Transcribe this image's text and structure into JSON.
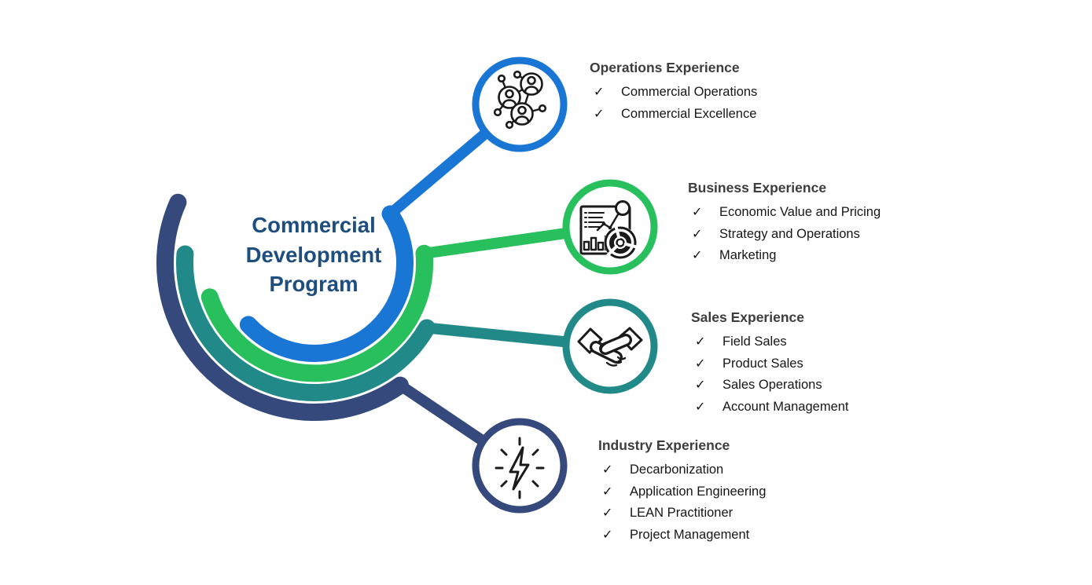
{
  "title": {
    "text": "Commercial Development Program",
    "lines": [
      "Commercial",
      "Development",
      "Program"
    ],
    "color": "#1d4e7e"
  },
  "check_glyph": "✓",
  "branches": [
    {
      "name": "Operations Experience",
      "color": "#1a76d4",
      "icon": "people-network-icon",
      "items": [
        "Commercial Operations",
        "Commercial Excellence"
      ]
    },
    {
      "name": "Business Experience",
      "color": "#28c05c",
      "icon": "analytics-dashboard-icon",
      "items": [
        "Economic Value and Pricing",
        "Strategy and Operations",
        "Marketing"
      ]
    },
    {
      "name": "Sales Experience",
      "color": "#218a88",
      "icon": "handshake-icon",
      "items": [
        "Field Sales",
        "Product Sales",
        "Sales Operations",
        "Account Management"
      ]
    },
    {
      "name": "Industry Experience",
      "color": "#35497c",
      "icon": "lightning-bolt-icon",
      "items": [
        "Decarbonization",
        "Application Engineering",
        "LEAN Practitioner",
        "Project Management"
      ]
    }
  ],
  "colors": {
    "heading_text": "#3d3d3d",
    "item_text": "#161616",
    "icon_stroke": "#1a1a1a",
    "background": "#ffffff"
  }
}
